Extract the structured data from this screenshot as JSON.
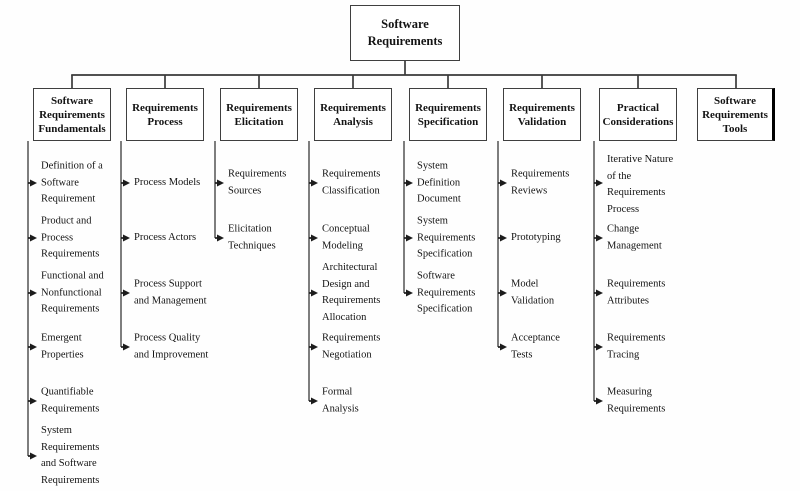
{
  "root_label": "Software\nRequirements",
  "columns": [
    {
      "title": "Software\nRequirements\nFundamentals",
      "items": [
        "Definition of a\nSoftware\nRequirement",
        "Product and\nProcess\nRequirements",
        "Functional and\nNonfunctional\nRequirements",
        "Emergent\nProperties",
        "Quantifiable\nRequirements",
        "System\nRequirements\nand Software\nRequirements"
      ]
    },
    {
      "title": "Requirements\nProcess",
      "items": [
        "Process Models",
        "Process Actors",
        "Process Support\nand Management",
        "Process Quality\nand Improvement"
      ]
    },
    {
      "title": "Requirements\nElicitation",
      "items": [
        "Requirements\nSources",
        "Elicitation\nTechniques"
      ]
    },
    {
      "title": "Requirements\nAnalysis",
      "items": [
        "Requirements\nClassification",
        "Conceptual\nModeling",
        "Architectural\nDesign and\nRequirements\nAllocation",
        "Requirements\nNegotiation",
        "Formal\nAnalysis"
      ]
    },
    {
      "title": "Requirements\nSpecification",
      "items": [
        "System\nDefinition\nDocument",
        "System\nRequirements\nSpecification",
        "Software\nRequirements\nSpecification"
      ]
    },
    {
      "title": "Requirements\nValidation",
      "items": [
        "Requirements\nReviews",
        "Prototyping",
        "Model\nValidation",
        "Acceptance\nTests"
      ]
    },
    {
      "title": "Practical\nConsiderations",
      "items": [
        "Iterative Nature\nof the\nRequirements\nProcess",
        "Change\nManagement",
        "Requirements\nAttributes",
        "Requirements\nTracing",
        "Measuring\nRequirements"
      ]
    },
    {
      "title": "Software\nRequirements\nTools",
      "items": []
    }
  ],
  "colors": {
    "line": "#3a3a3a",
    "box_border": "#3f3f3f",
    "text": "#141414"
  }
}
